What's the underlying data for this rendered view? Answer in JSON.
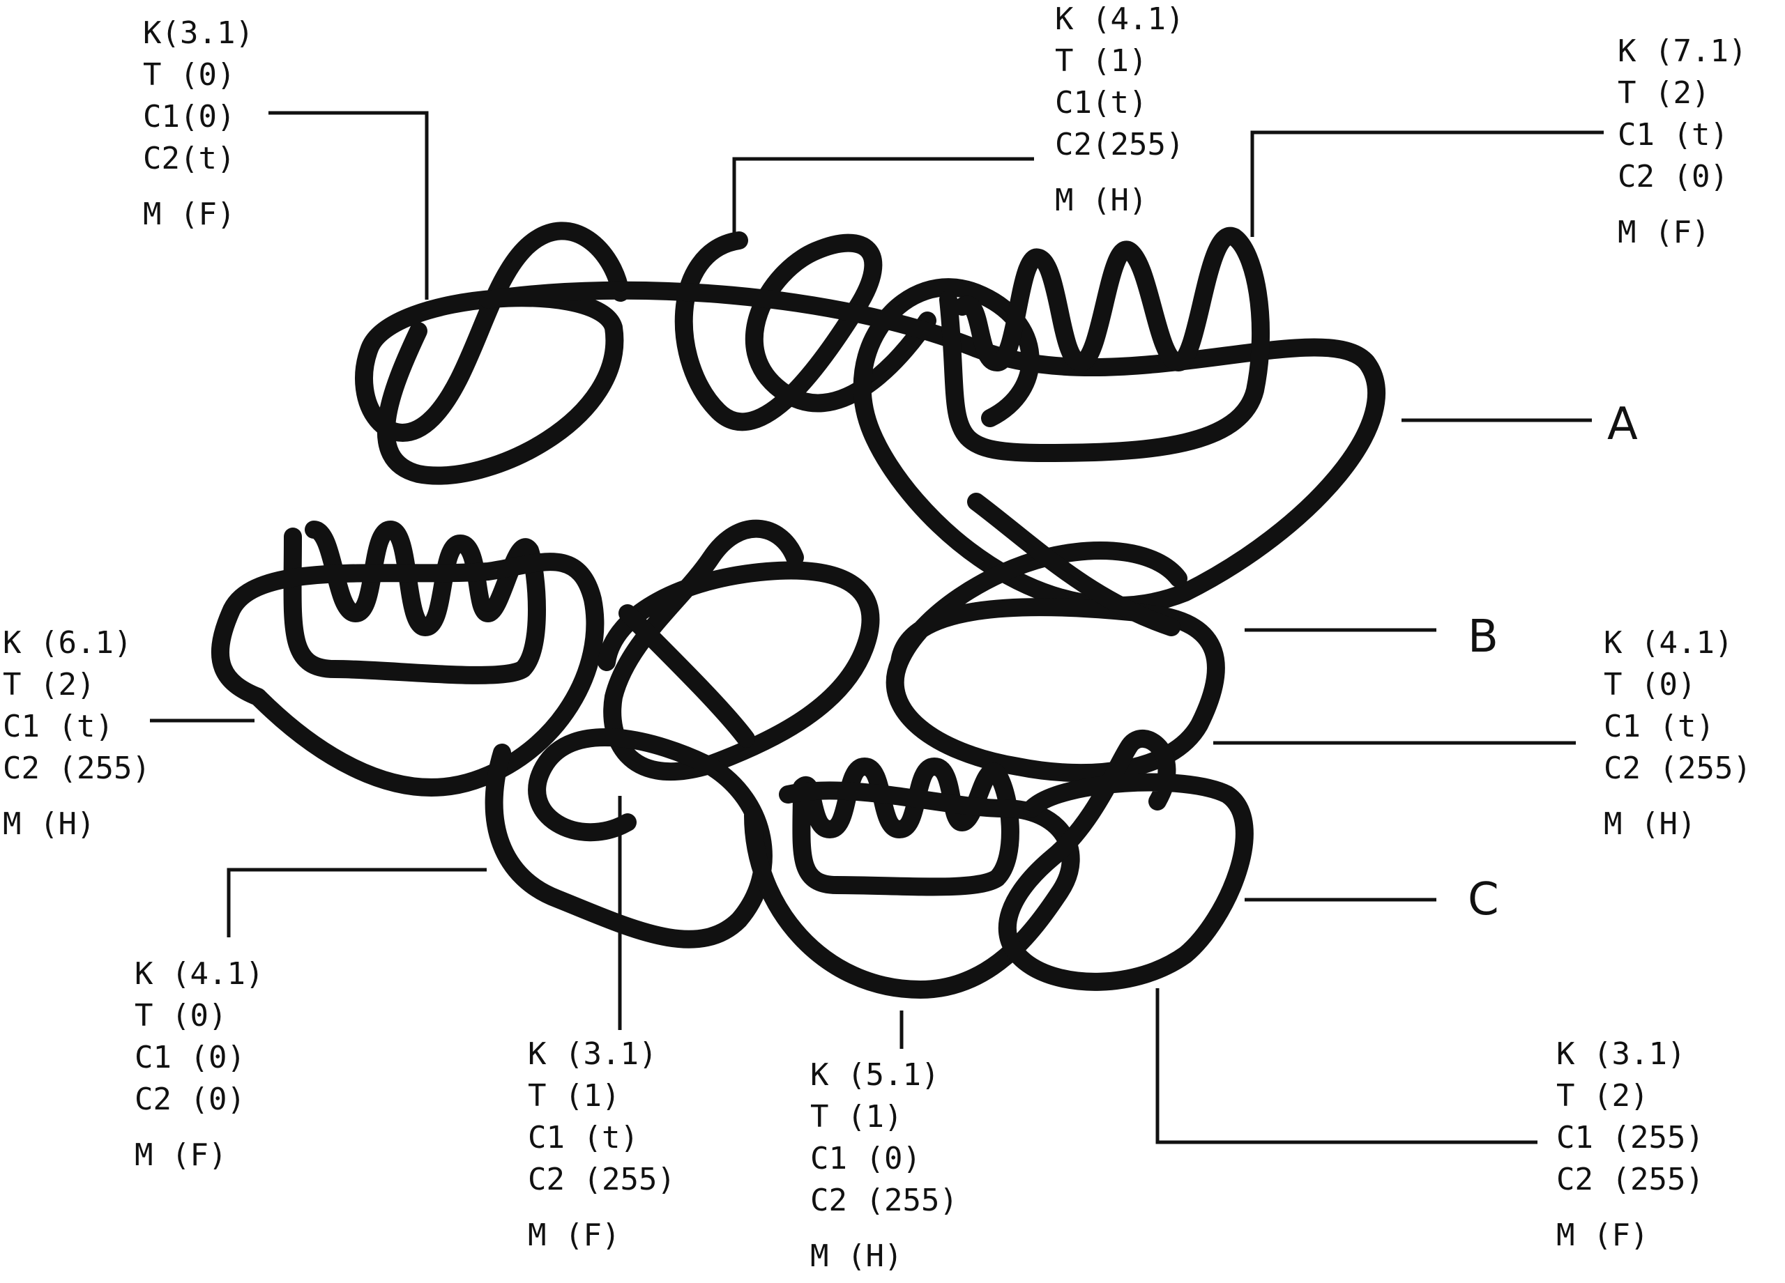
{
  "rows": [
    {
      "letter": "A"
    },
    {
      "letter": "B"
    },
    {
      "letter": "C"
    }
  ],
  "annotations": [
    {
      "id": "top-left",
      "lines": [
        "K(3.1)",
        "T (0)",
        "C1(0)",
        "C2(t)",
        "M (F)"
      ]
    },
    {
      "id": "top-center",
      "lines": [
        "K (4.1)",
        "T (1)",
        "C1(t)",
        "C2(255)",
        "M (H)"
      ]
    },
    {
      "id": "top-right",
      "lines": [
        "K  (7.1)",
        "T  (2)",
        "C1 (t)",
        "C2 (0)",
        "M  (F)"
      ]
    },
    {
      "id": "mid-left",
      "lines": [
        "K  (6.1)",
        "T  (2)",
        "C1 (t)",
        "C2 (255)",
        "M  (H)"
      ]
    },
    {
      "id": "mid-right",
      "lines": [
        "K  (4.1)",
        "T  (0)",
        "C1 (t)",
        "C2 (255)",
        "M  (H)"
      ]
    },
    {
      "id": "bottom-left",
      "lines": [
        "K  (4.1)",
        "T  (0)",
        "C1 (0)",
        "C2 (0)",
        "M  (F)"
      ]
    },
    {
      "id": "bottom-center-1",
      "lines": [
        "K  (3.1)",
        "T  (1)",
        "C1 (t)",
        "C2 (255)",
        "M  (F)"
      ]
    },
    {
      "id": "bottom-center-2",
      "lines": [
        "K  (5.1)",
        "T  (1)",
        "C1 (0)",
        "C2 (255)",
        "M  (H)"
      ]
    },
    {
      "id": "bottom-right",
      "lines": [
        "K  (3.1)",
        "T  (2)",
        "C1 (255)",
        "C2 (255)",
        "M  (F)"
      ]
    }
  ]
}
